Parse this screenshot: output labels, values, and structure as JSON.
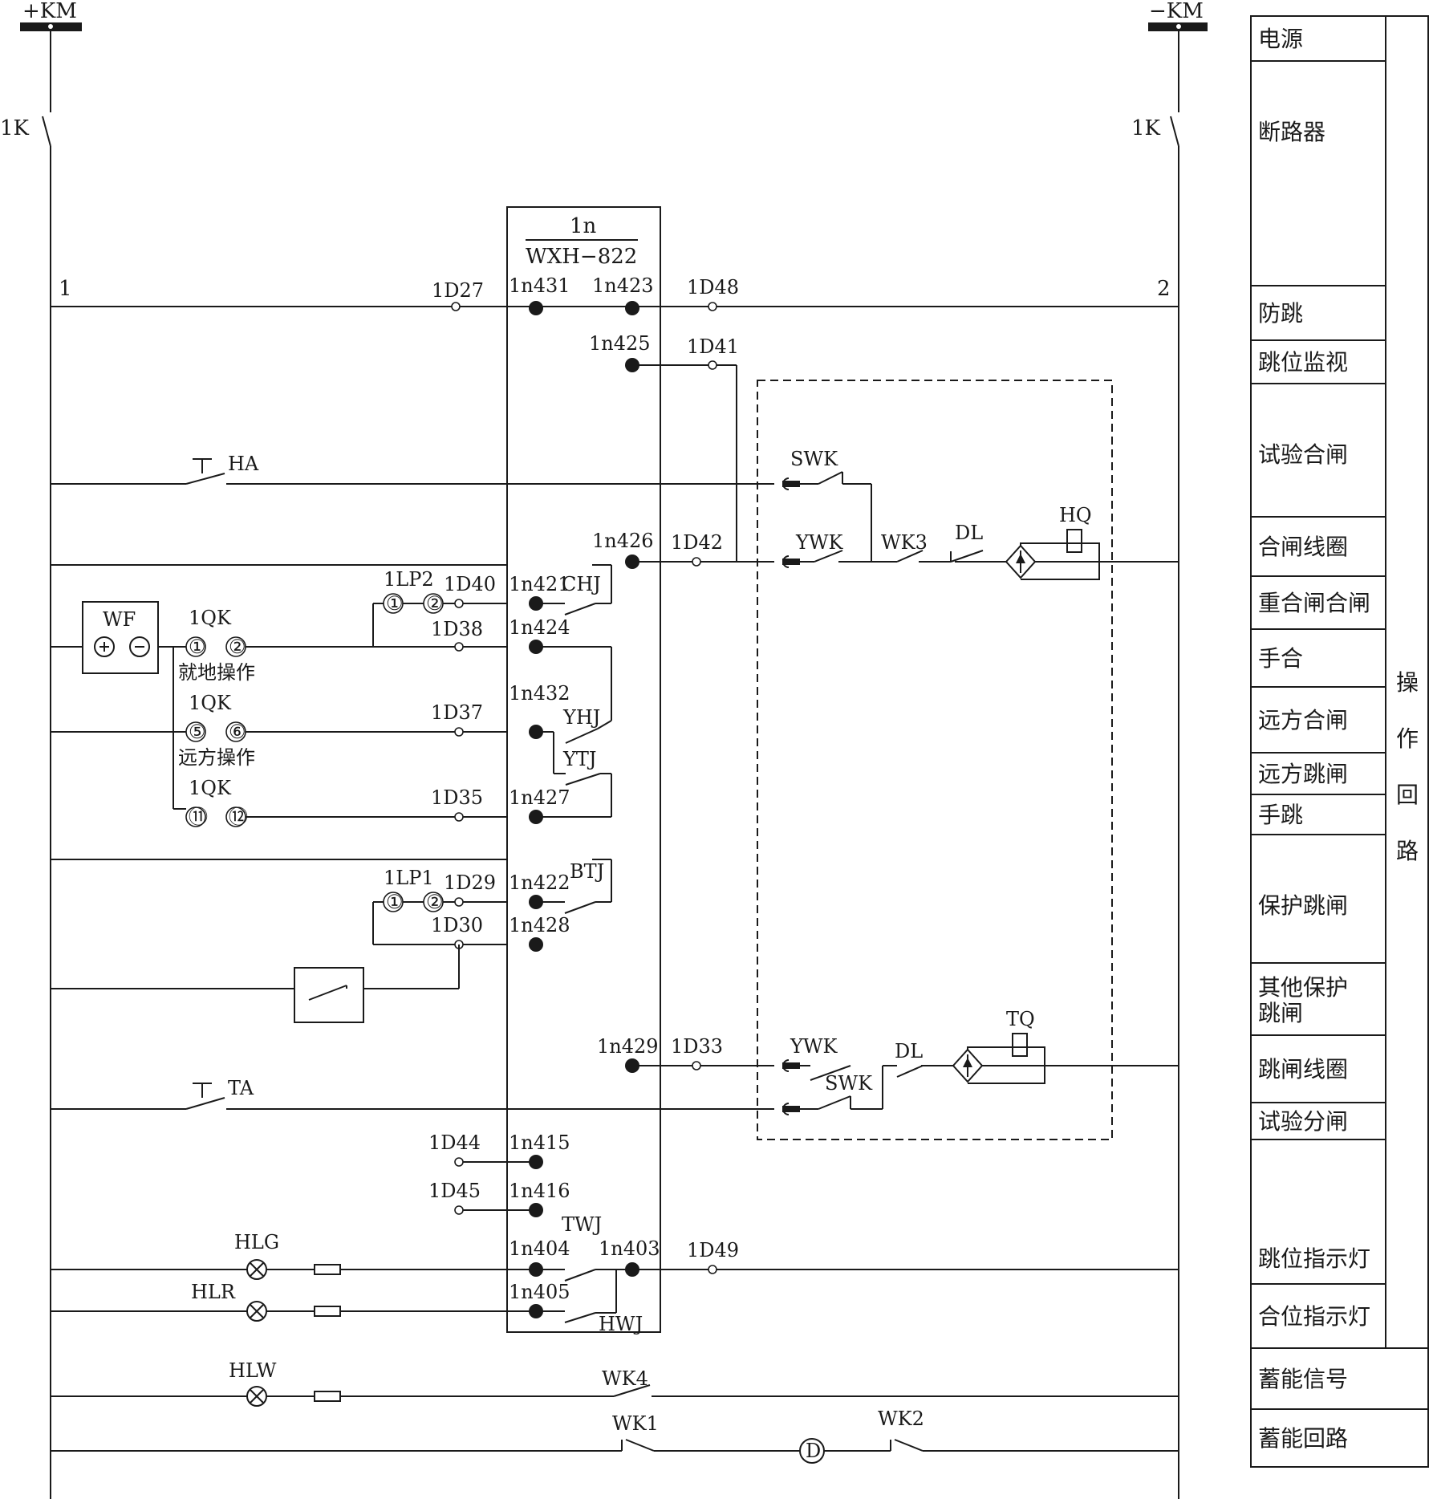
{
  "bus": {
    "plus": "+KM",
    "minus": "−KM",
    "switch": "1K"
  },
  "lines": {
    "left": "1",
    "right": "2"
  },
  "device": {
    "ref": "1n",
    "model": "WXH−822"
  },
  "terminals": {
    "d27": "1D27",
    "d48": "1D48",
    "d41": "1D41",
    "d42": "1D42",
    "d40": "1D40",
    "d38": "1D38",
    "d37": "1D37",
    "d35": "1D35",
    "d29": "1D29",
    "d30": "1D30",
    "d33": "1D33",
    "d44": "1D44",
    "d45": "1D45",
    "d49": "1D49"
  },
  "pins": {
    "n431": "1n431",
    "n423": "1n423",
    "n425": "1n425",
    "n426": "1n426",
    "n421": "1n421",
    "n424": "1n424",
    "n432": "1n432",
    "n427": "1n427",
    "n422": "1n422",
    "n428": "1n428",
    "n429": "1n429",
    "n415": "1n415",
    "n416": "1n416",
    "n404": "1n404",
    "n403": "1n403",
    "n405": "1n405"
  },
  "relays": {
    "chj": "CHJ",
    "yhj": "YHJ",
    "ytj": "YTJ",
    "btj": "BTJ",
    "twj": "TWJ",
    "hwj": "HWJ"
  },
  "components": {
    "ha": "HA",
    "ta": "TA",
    "swk": "SWK",
    "ywk": "YWK",
    "wk3": "WK3",
    "dl": "DL",
    "hq": "HQ",
    "tq": "TQ",
    "wf": "WF",
    "qk": "1QK",
    "lp2": "1LP2",
    "lp1": "1LP1",
    "hlg": "HLG",
    "hlr": "HLR",
    "hlw": "HLW",
    "wk4": "WK4",
    "wk1": "WK1",
    "wk2": "WK2",
    "motor": "D"
  },
  "contacts": {
    "c1": "①",
    "c2": "②",
    "c5": "⑤",
    "c6": "⑥",
    "c11": "⑪",
    "c12": "⑫"
  },
  "notes": {
    "local": "就地操作",
    "remote": "远方操作"
  },
  "side_table": {
    "rows": [
      "电源",
      "断路器",
      "防跳",
      "跳位监视",
      "试验合闸",
      "合闸线圈",
      "重合闸合闸",
      "手合",
      "远方合闸",
      "远方跳闸",
      "手跳",
      "保护跳闸",
      "其他保护\n跳闸",
      "跳闸线圈",
      "试验分闸",
      "跳位指示灯",
      "合位指示灯",
      "蓄能信号",
      "蓄能回路"
    ],
    "group": "操作回路"
  }
}
